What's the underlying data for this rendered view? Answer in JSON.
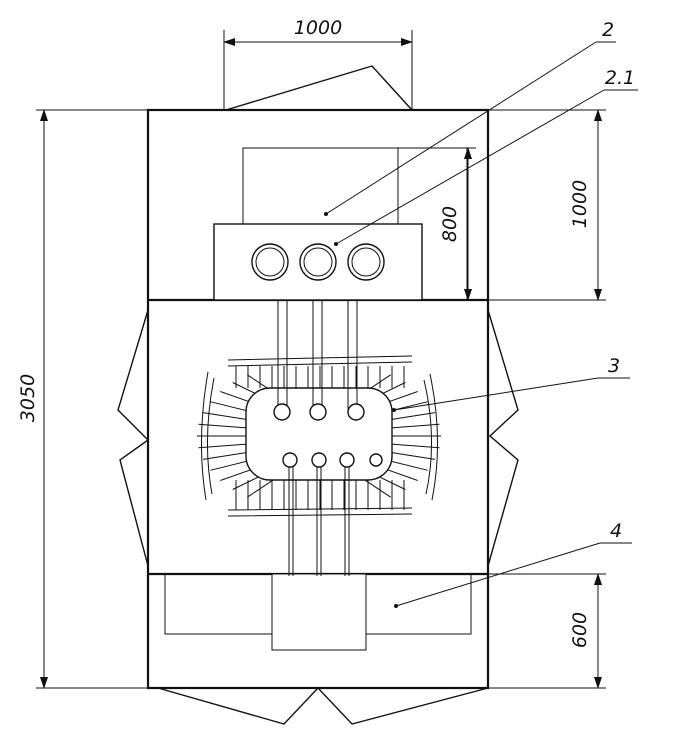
{
  "dimensions": {
    "top_width": "1000",
    "total_height": "3050",
    "upper_height": "1000",
    "inner_height": "800",
    "lower_height": "600"
  },
  "callouts": {
    "item_2": "2",
    "item_2_1": "2.1",
    "item_3": "3",
    "item_4": "4"
  }
}
